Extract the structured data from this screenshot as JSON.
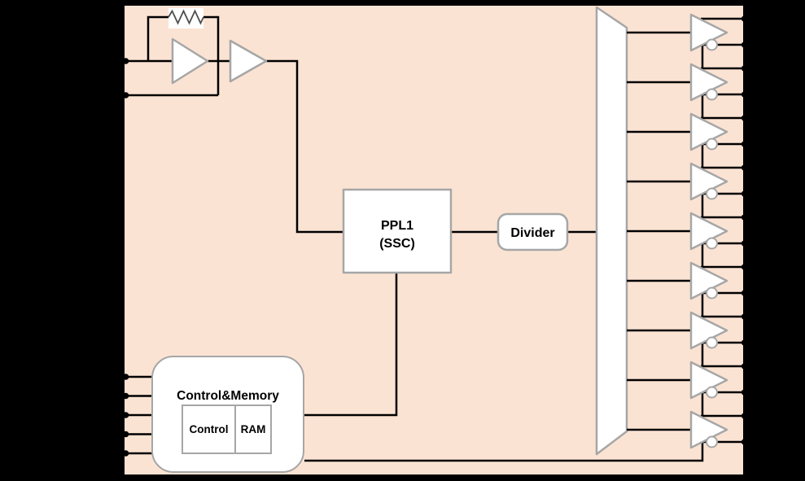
{
  "title": "Clock generator chip block diagram",
  "colors": {
    "background": "#000000",
    "chip_fill": "#fbe3d3",
    "chip_border": "#000000",
    "block_fill": "#ffffff",
    "block_stroke": "#a6a6a6",
    "wire": "#000000",
    "resistor_stroke": "#4d4d4d"
  },
  "blocks": {
    "pll": {
      "label_line1": "PPL1",
      "label_line2": "(SSC)"
    },
    "divider": {
      "label": "Divider"
    },
    "control_memory": {
      "label": "Control&Memory",
      "control": {
        "label": "Control"
      },
      "ram": {
        "label": "RAM"
      }
    }
  },
  "components": {
    "crystal_amplifiers": 2,
    "feedback_resistor": true,
    "mux": true,
    "output_buffers": {
      "count": 9
    },
    "oscillator_pins": {
      "count": 2
    },
    "left_control_pins": {
      "count": 5
    },
    "right_edge_pins": {
      "count": 18
    }
  }
}
